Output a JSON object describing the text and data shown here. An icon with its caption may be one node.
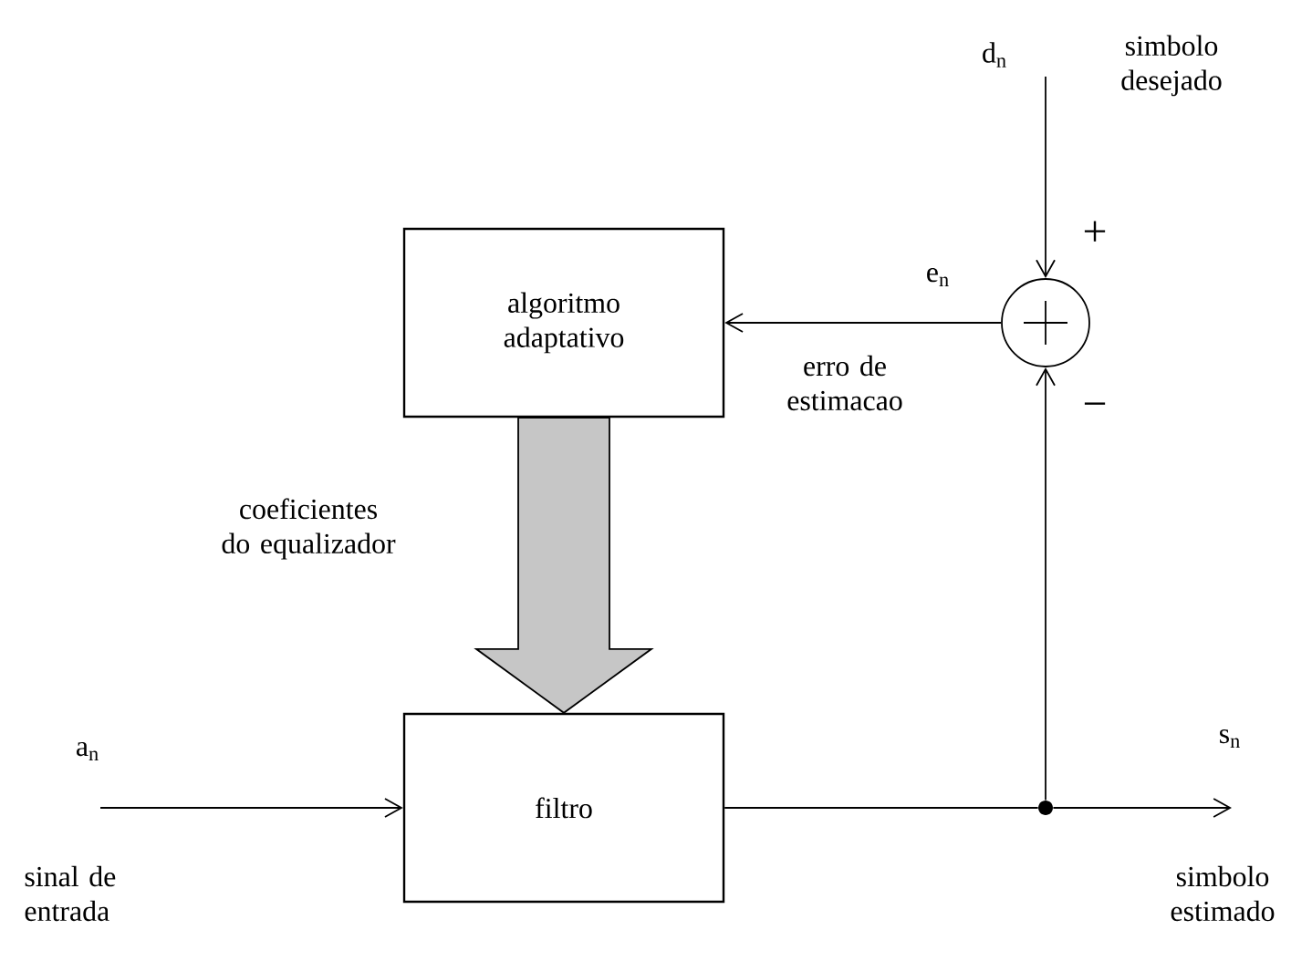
{
  "diagram": {
    "nodes": [
      {
        "text": [
          "algoritmo adaptativo"
        ]
      },
      {
        "text": [
          "filtro"
        ]
      },
      {
        "text": [],
        "shape": "circle"
      },
      {
        "text": [],
        "shape": "circle"
      }
    ],
    "edges": [
      {
        "from": null,
        "to": 2,
        "arrow": "to"
      },
      {
        "from": 2,
        "to": 0,
        "arrow": "to"
      },
      {
        "from": 0,
        "to": 1,
        "arrow": "to",
        "style": "thick"
      },
      {
        "from": null,
        "to": 1,
        "arrow": "to"
      },
      {
        "from": 1,
        "to": 3,
        "arrow": "none"
      },
      {
        "from": 3,
        "to": 2,
        "arrow": "to"
      },
      {
        "from": 3,
        "to": null,
        "arrow": "to"
      }
    ],
    "labels": [
      "d$_{n}$",
      "simbolo desejado",
      "+",
      "e$_{n}$",
      "erro de estimacao",
      "−",
      "coeficientes do equalizador",
      "a$_{n}$",
      "sinal de entrada",
      "s$_{n}$",
      "simbolo estimado"
    ]
  }
}
